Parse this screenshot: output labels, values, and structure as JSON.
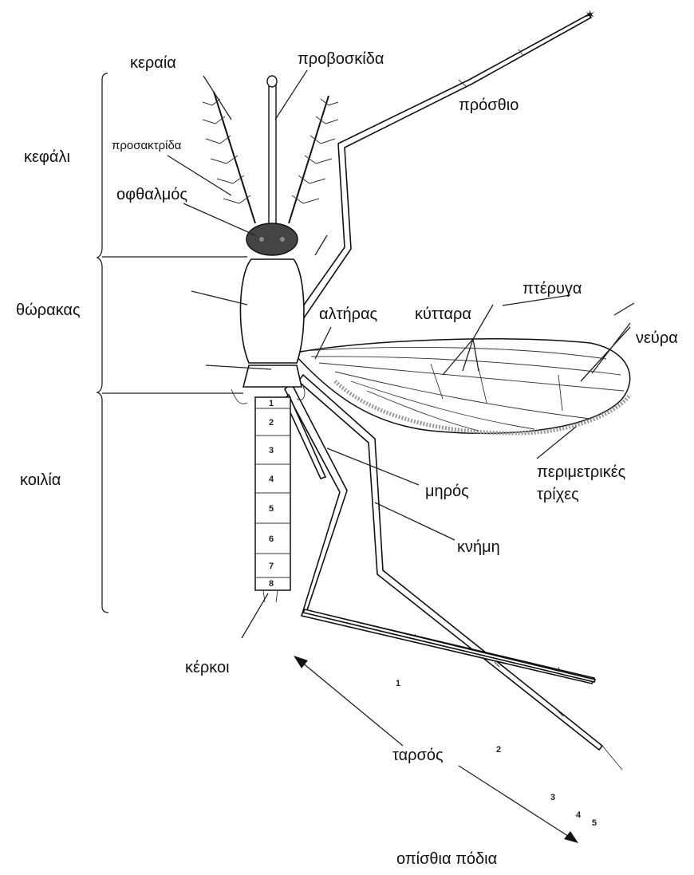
{
  "labels": {
    "antenna": "κεραία",
    "proboscis": "προβοσκίδα",
    "foreleg": "πρόσθιο",
    "head": "κεφάλι",
    "palp": "προσακτρίδα",
    "eye": "οφθαλμός",
    "thorax": "θώρακας",
    "haltere": "αλτήρας",
    "cells": "κύτταρα",
    "wing": "πτέρυγα",
    "veins": "νεύρα",
    "abdomen": "κοιλία",
    "fringe_line1": "περιμετρικές",
    "fringe_line2": "τρίχες",
    "femur": "μηρός",
    "tibia": "κνήμη",
    "cerci": "κέρκοι",
    "tarsus": "ταρσός",
    "hind_legs": "οπίσθια πόδια"
  },
  "abdomen_segments": [
    "1",
    "2",
    "3",
    "4",
    "5",
    "6",
    "7",
    "8"
  ],
  "tarsal_segments": [
    "1",
    "2",
    "3",
    "4",
    "5"
  ]
}
